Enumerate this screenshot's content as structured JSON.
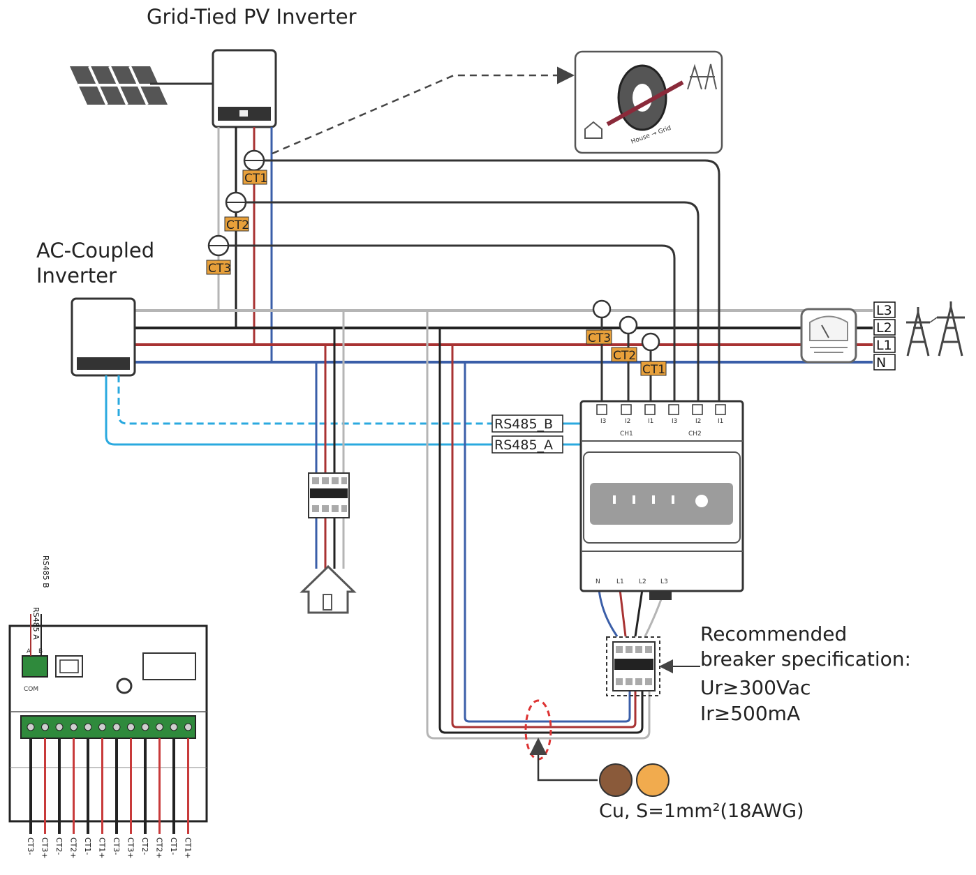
{
  "labels": {
    "pv_inverter": "Grid-Tied PV Inverter",
    "ac_inverter_line1": "AC-Coupled",
    "ac_inverter_line2": "Inverter",
    "breaker_line1": "Recommended",
    "breaker_line2": "breaker specification:",
    "breaker_line3": "Ur≥300Vac",
    "breaker_line4": "Ir≥500mA",
    "cable_spec": "Cu, S=1mm²(18AWG)"
  },
  "rs485": {
    "b": "RS485_B",
    "a": "RS485_A"
  },
  "ct_labels": {
    "ct1": "CT1",
    "ct2": "CT2",
    "ct3": "CT3"
  },
  "grid_lines": [
    "L3",
    "L2",
    "L1",
    "N"
  ],
  "meter": {
    "ch1": "CH1",
    "ch2": "CH2",
    "ch1_terminals": [
      "I3",
      "I2",
      "I1"
    ],
    "ch2_terminals": [
      "I3",
      "I2",
      "I1"
    ],
    "power_terminals": [
      "N",
      "L1",
      "L2",
      "L3"
    ]
  },
  "inset": {
    "rs485_b": "RS485 B",
    "rs485_a": "RS485 A",
    "pin_a": "A",
    "pin_b": "B",
    "com": "COM",
    "bottom_terminals": [
      "CT3-",
      "CT3+",
      "CT2-",
      "CT2+",
      "CT1-",
      "CT1+",
      "CT3-",
      "CT3+",
      "CT2-",
      "CT2+",
      "CT1-",
      "CT1+"
    ]
  },
  "ct_detail": {
    "direction": "House → Grid"
  },
  "colors": {
    "wire_l3_gray": "#b5b5b5",
    "wire_l2_black": "#222222",
    "wire_l1_red": "#a83232",
    "wire_n_blue": "#3a5ea8",
    "rs485_cyan": "#2aa9df",
    "ct_tag_orange": "#e8a03a",
    "terminal_green": "#2f8a3c"
  }
}
